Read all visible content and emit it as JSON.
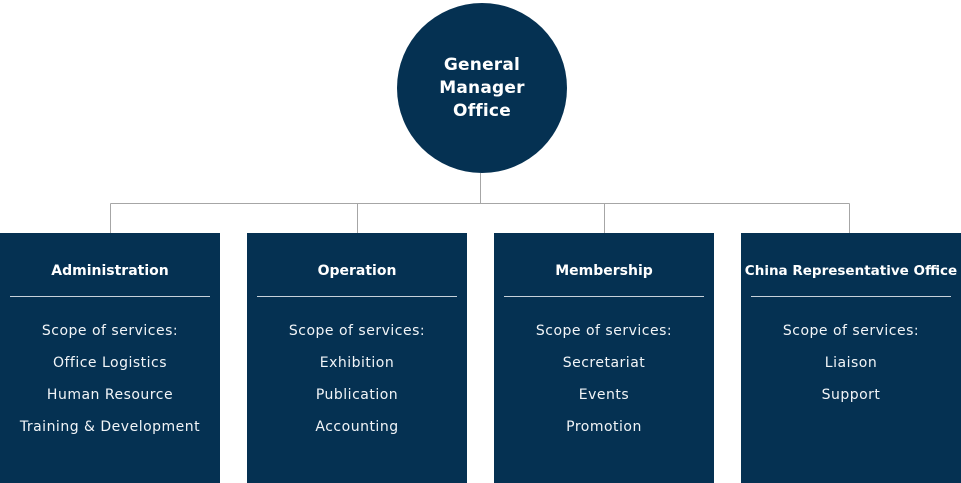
{
  "root": {
    "title": "General\nManager\nOffice"
  },
  "departments": [
    {
      "title": "Administration",
      "services_label": "Scope of services:",
      "services": [
        "Office Logistics",
        "Human Resource",
        "Training & Development"
      ]
    },
    {
      "title": "Operation",
      "services_label": "Scope of services:",
      "services": [
        "Exhibition",
        "Publication",
        "Accounting"
      ]
    },
    {
      "title": "Membership",
      "services_label": "Scope of services:",
      "services": [
        "Secretariat",
        "Events",
        "Promotion"
      ]
    },
    {
      "title": "China Representative Office",
      "services_label": "Scope of services:",
      "services": [
        "Liaison",
        "Support"
      ]
    }
  ],
  "colors": {
    "box": "#053152",
    "connector": "#a6a6a6",
    "text": "#ffffff"
  }
}
